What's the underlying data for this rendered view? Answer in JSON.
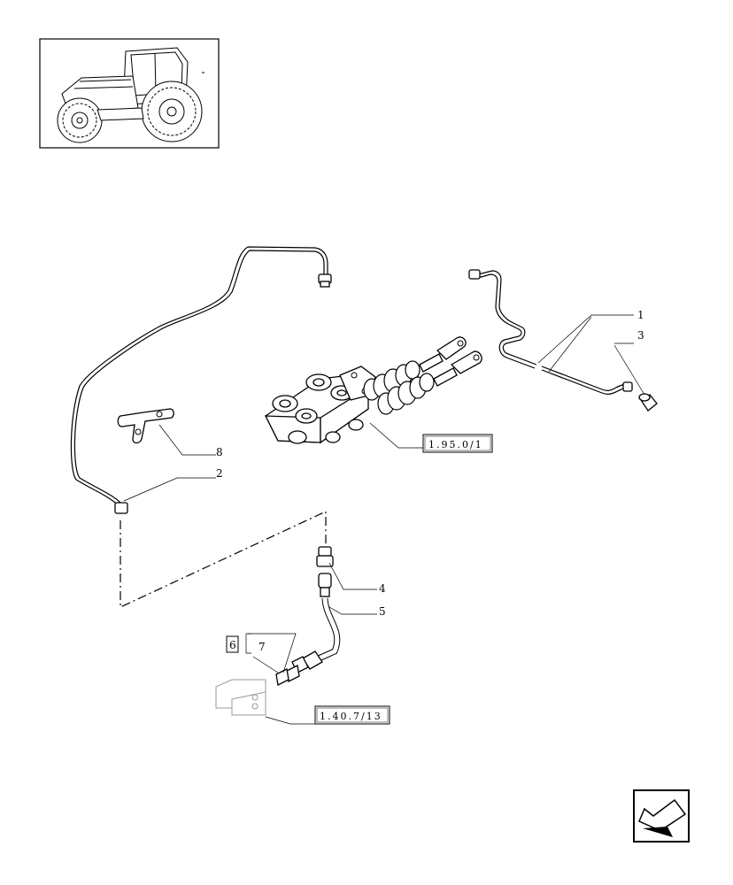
{
  "callouts": {
    "c1": "1",
    "c2": "2",
    "c3": "3",
    "c4": "4",
    "c5": "5",
    "c6": "6",
    "c7": "7",
    "c8": "8"
  },
  "references": {
    "ref_master_cylinder": "1.95.0/1",
    "ref_valve_block": "1.40.7/13"
  },
  "icons": {
    "thumbnail": "tractor-icon",
    "navigation": "previous-page-arrow-icon"
  }
}
